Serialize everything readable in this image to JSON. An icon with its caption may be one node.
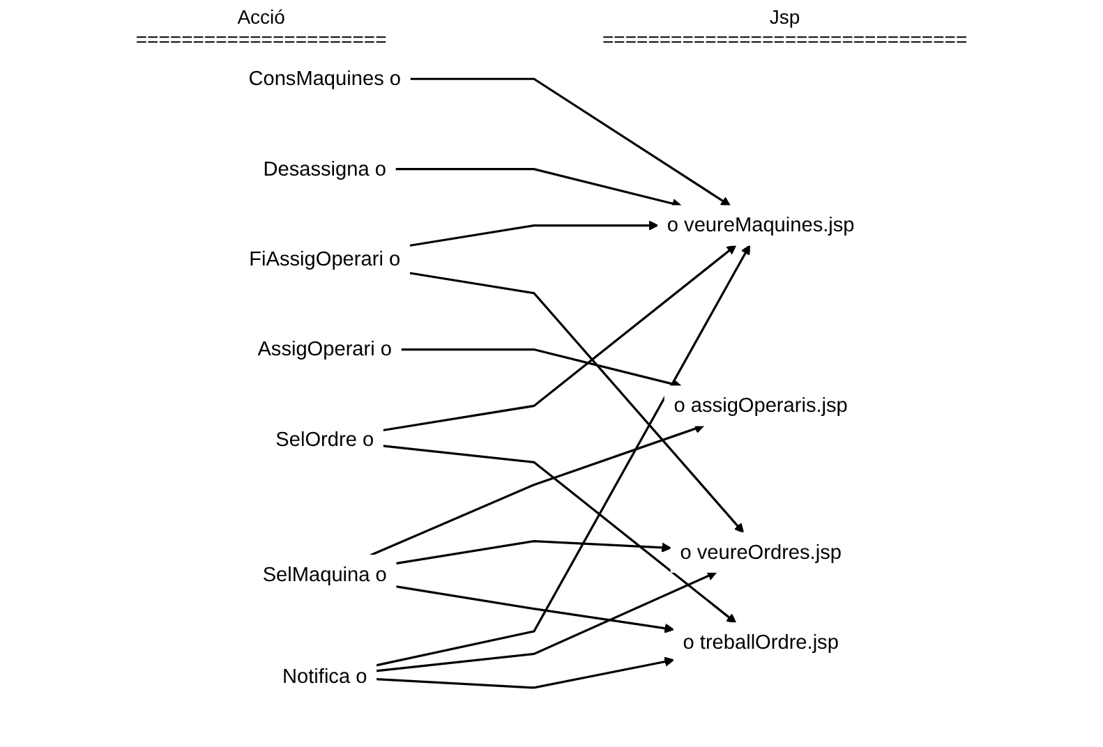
{
  "diagram": {
    "nodes": [
      {
        "text": [
          "ConsMaquines o"
        ]
      },
      {
        "text": [
          "SelMaquina o"
        ]
      },
      {
        "text": [
          "AssigOperari o"
        ]
      },
      {
        "text": [
          "FiAssigOperari o"
        ]
      },
      {
        "text": [
          "SelOrdre o"
        ]
      },
      {
        "text": [
          "Desassigna o"
        ]
      },
      {
        "text": [
          "Notifica o"
        ]
      },
      {
        "text": [
          "o veureMaquines.jsp"
        ]
      },
      {
        "text": [
          "o assigOperaris.jsp"
        ]
      },
      {
        "text": [
          "o veureOrdres.jsp"
        ]
      },
      {
        "text": [
          "o treballOrdre.jsp"
        ]
      }
    ],
    "edges": [
      {
        "from": 0,
        "to": 7,
        "arrow": "to"
      },
      {
        "from": 1,
        "to": 8,
        "arrow": "to"
      },
      {
        "from": 1,
        "to": 9,
        "arrow": "to"
      },
      {
        "from": 1,
        "to": 10,
        "arrow": "to"
      },
      {
        "from": 2,
        "to": 8,
        "arrow": "to"
      },
      {
        "from": 3,
        "to": 7,
        "arrow": "to"
      },
      {
        "from": 3,
        "to": 9,
        "arrow": "to"
      },
      {
        "from": 4,
        "to": 7,
        "arrow": "to"
      },
      {
        "from": 4,
        "to": 10,
        "arrow": "to"
      },
      {
        "from": 5,
        "to": 7,
        "arrow": "to"
      },
      {
        "from": 6,
        "to": 7,
        "arrow": "to"
      },
      {
        "from": 6,
        "to": 9,
        "arrow": "to"
      },
      {
        "from": 6,
        "to": 10,
        "arrow": "to"
      }
    ],
    "labels": [
      "Acció",
      "Jsp",
      "======================",
      "================================"
    ]
  }
}
